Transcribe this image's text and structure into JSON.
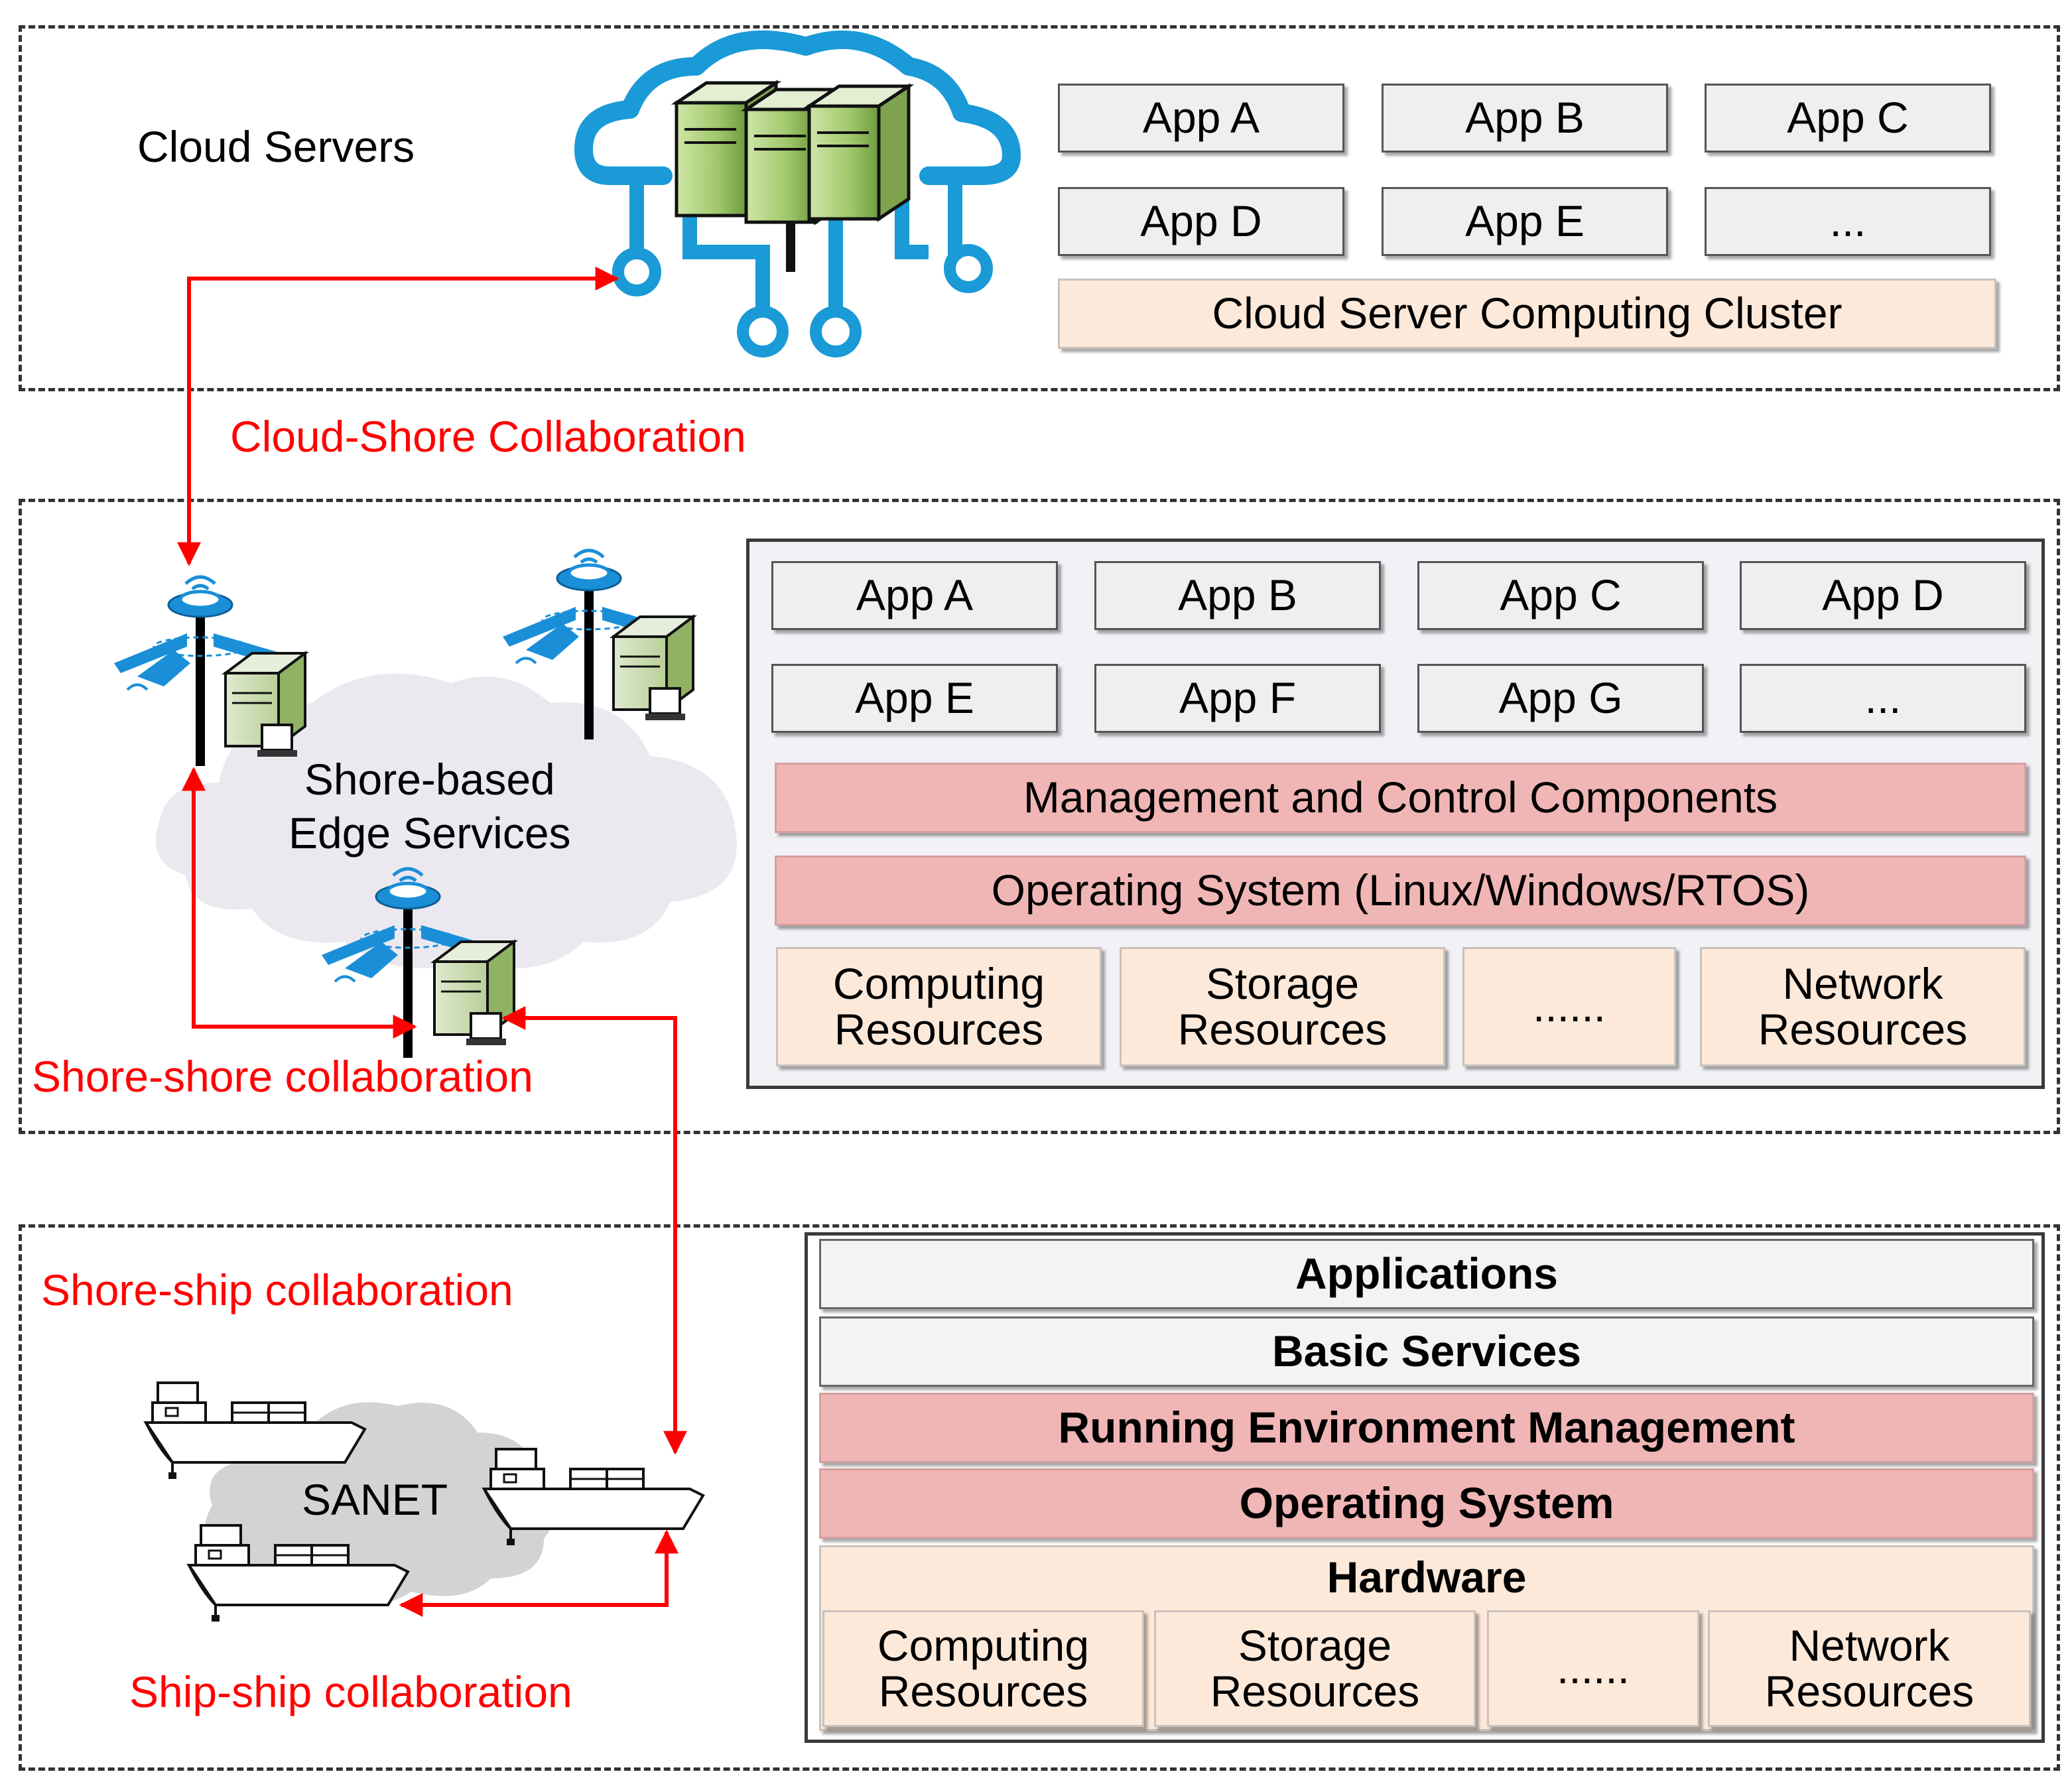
{
  "cloud": {
    "label": "Cloud Servers",
    "apps": [
      "App A",
      "App B",
      "App C",
      "App D",
      "App E",
      "..."
    ],
    "cluster": "Cloud Server Computing Cluster"
  },
  "links": {
    "cloud_shore": "Cloud-Shore Collaboration",
    "shore_shore": "Shore-shore collaboration",
    "shore_ship": "Shore-ship collaboration",
    "ship_ship": "Ship-ship collaboration"
  },
  "shore": {
    "label": "Shore-based\nEdge Services",
    "apps": [
      "App A",
      "App B",
      "App C",
      "App D",
      "App E",
      "App F",
      "App G",
      "..."
    ],
    "management": "Management and Control Components",
    "os": "Operating System (Linux/Windows/RTOS)",
    "resources": [
      "Computing\nResources",
      "Storage\nResources",
      "......",
      "Network\nResources"
    ]
  },
  "ship": {
    "network_label": "SANET",
    "stack": {
      "applications": "Applications",
      "basic_services": "Basic Services",
      "running_env": "Running Environment Management",
      "os": "Operating System",
      "hardware": "Hardware",
      "resources": [
        "Computing\nResources",
        "Storage\nResources",
        "......",
        "Network\nResources"
      ]
    }
  },
  "colors": {
    "collab_red": "#ff0000",
    "cloud_blue": "#1a9ad6",
    "server_green": "#9fc76a",
    "pink": "#f0b6b5",
    "peach": "#fde9da"
  }
}
